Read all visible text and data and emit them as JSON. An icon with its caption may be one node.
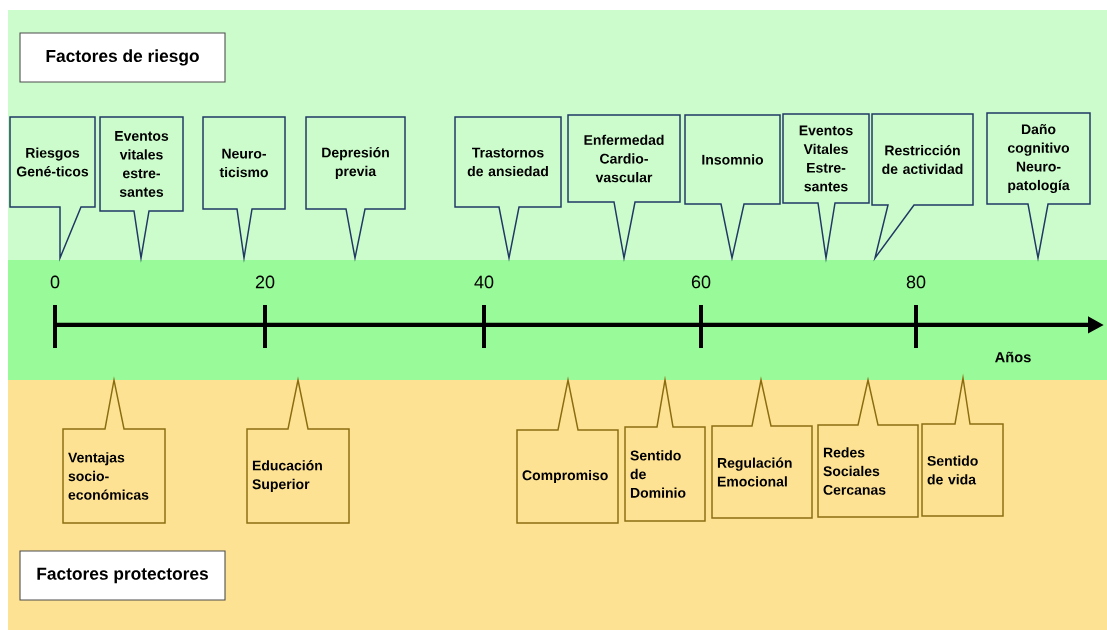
{
  "diagram": {
    "nodes": [
      {
        "text": [
          "Factores de riesgo"
        ]
      },
      {
        "text": [
          "Riesgos Gené-ticos"
        ]
      },
      {
        "text": [
          "Eventos vitales estre-santes"
        ]
      },
      {
        "text": [
          "Neuro-ticismo"
        ]
      },
      {
        "text": [
          "Depresión previa"
        ]
      },
      {
        "text": [
          "Trastornos de ansiedad"
        ]
      },
      {
        "text": [
          "Enfermedad Cardio-vascular"
        ]
      },
      {
        "text": [
          "Insomnio"
        ]
      },
      {
        "text": [
          "Eventos Vitales Estre-santes"
        ]
      },
      {
        "text": [
          "Restricción de actividad"
        ]
      },
      {
        "text": [
          "Daño cognitivo Neuro-patología"
        ]
      },
      {
        "text": [
          "Ventajas socio-económicas"
        ]
      },
      {
        "text": [
          "Educación Superior"
        ]
      },
      {
        "text": [
          "Compromiso"
        ]
      },
      {
        "text": [
          "Sentido de Dominio"
        ]
      },
      {
        "text": [
          "Regulación Emocional"
        ]
      },
      {
        "text": [
          "Redes Sociales Cercanas"
        ]
      },
      {
        "text": [
          "Sentido de vida"
        ]
      },
      {
        "text": [
          "Factores protectores"
        ]
      }
    ],
    "labels": [
      "0",
      "20",
      "40",
      "60",
      "80",
      "Años"
    ]
  }
}
